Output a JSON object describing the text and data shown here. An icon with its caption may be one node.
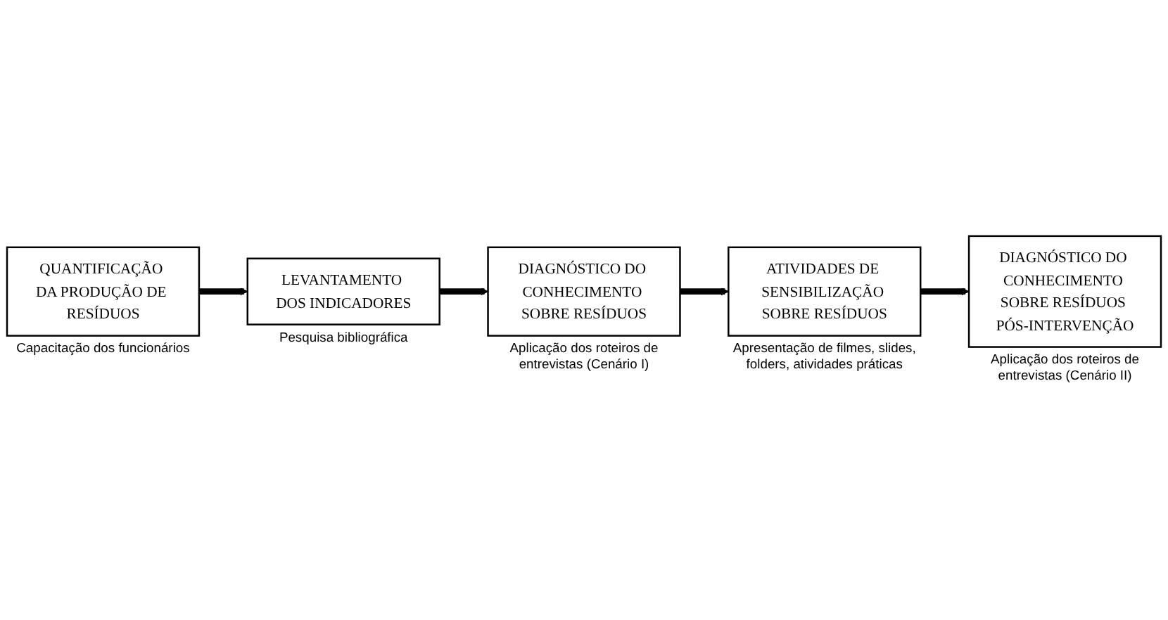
{
  "diagram": {
    "nodes": [
      {
        "text": [
          "QUANTIFICAÇÃO DA PRODUÇÃO DE RESÍDUOS"
        ],
        "beside": [
          "Capacitação dos funcionários"
        ]
      },
      {
        "text": [
          "LEVANTAMENTO DOS INDICADORES"
        ],
        "beside": [
          "Pesquisa bibliográfica"
        ]
      },
      {
        "text": [
          "DIAGNÓSTICO DO CONHECIMENTO SOBRE RESÍDUOS"
        ],
        "beside": [
          "Aplicação dos roteiros de entrevistas (Cenário I)"
        ]
      },
      {
        "text": [
          "ATIVIDADES DE SENSIBILIZAÇÃO SOBRE RESÍDUOS"
        ],
        "beside": [
          "Apresentação de filmes, slides, folders, atividades práticas"
        ]
      },
      {
        "text": [
          "DIAGNÓSTICO DO CONHECIMENTO SOBRE RESÍDUOS PÓS-INTERVENÇÃO"
        ],
        "beside": [
          "Aplicação dos roteiros de entrevistas (Cenário II)"
        ]
      }
    ],
    "edges": [
      {
        "from": 0,
        "to": 1,
        "arrow": "to"
      },
      {
        "from": 1,
        "to": 2,
        "arrow": "to"
      },
      {
        "from": 2,
        "to": 3,
        "arrow": "to"
      },
      {
        "from": 3,
        "to": 4,
        "arrow": "to"
      }
    ]
  }
}
